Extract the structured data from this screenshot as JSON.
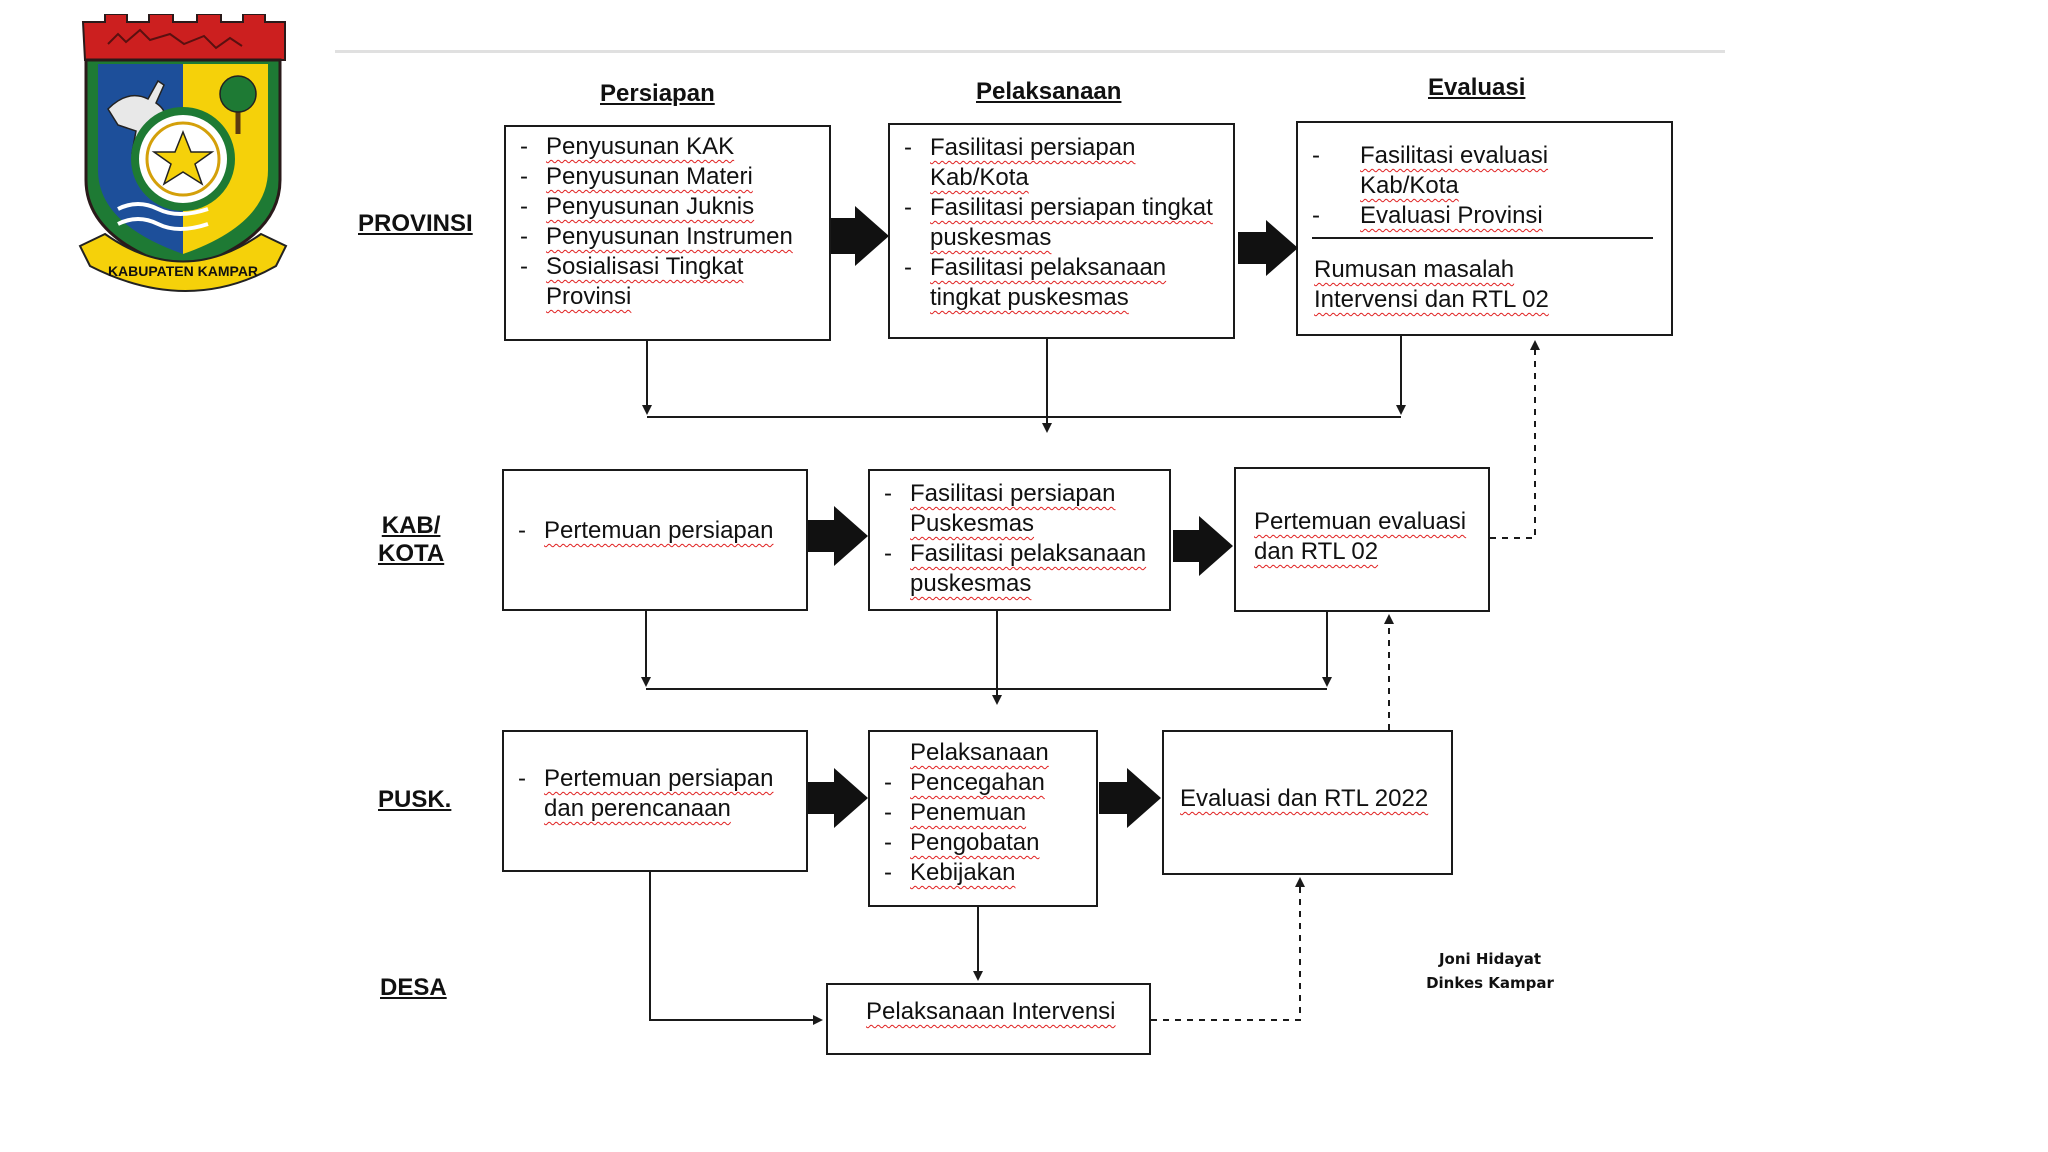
{
  "colors": {
    "line": "#1a1a1a",
    "logo_red": "#cc1f1f",
    "logo_yellow": "#f5d10a",
    "logo_green": "#1e7a34",
    "logo_blue": "#1d4f9a",
    "squiggle": "#e02020"
  },
  "columns": [
    "Persiapan",
    "Pelaksanaan",
    "Evaluasi"
  ],
  "rows": [
    "PROVINSI",
    "KAB/",
    "KOTA",
    "PUSK.",
    "DESA"
  ],
  "logo": {
    "ribbon_text": "KABUPATEN KAMPAR"
  },
  "provinsi": {
    "persiapan": [
      "Penyusunan KAK",
      "Penyusunan Materi",
      "Penyusunan Juknis",
      "Penyusunan Instrumen",
      "Sosialisasi Tingkat",
      "Provinsi"
    ],
    "pelaksanaan": [
      "Fasilitasi persiapan",
      "Kab/Kota",
      "Fasilitasi persiapan tingkat",
      "puskesmas",
      "Fasilitasi pelaksanaan",
      "tingkat puskesmas"
    ],
    "evaluasi": [
      "Fasilitasi evaluasi",
      "Kab/Kota",
      "Evaluasi Provinsi"
    ],
    "rumusan": [
      "Rumusan masalah",
      "Intervensi dan RTL 02"
    ]
  },
  "kabkota": {
    "persiapan": [
      "Pertemuan persiapan"
    ],
    "pelaksanaan": [
      "Fasilitasi persiapan",
      "Puskesmas",
      "Fasilitasi pelaksanaan",
      "puskesmas"
    ],
    "evaluasi": [
      "Pertemuan evaluasi",
      "dan RTL 02"
    ]
  },
  "pusk": {
    "persiapan": [
      "Pertemuan persiapan",
      "dan perencanaan"
    ],
    "pelaksanaan_title": "Pelaksanaan",
    "pelaksanaan": [
      "Pencegahan",
      "Penemuan",
      "Pengobatan",
      "Kebijakan"
    ],
    "evaluasi": "Evaluasi dan RTL 2022"
  },
  "desa": {
    "box": "Pelaksanaan Intervensi"
  },
  "credit": {
    "name": "Joni Hidayat",
    "org": "Dinkes Kampar"
  }
}
